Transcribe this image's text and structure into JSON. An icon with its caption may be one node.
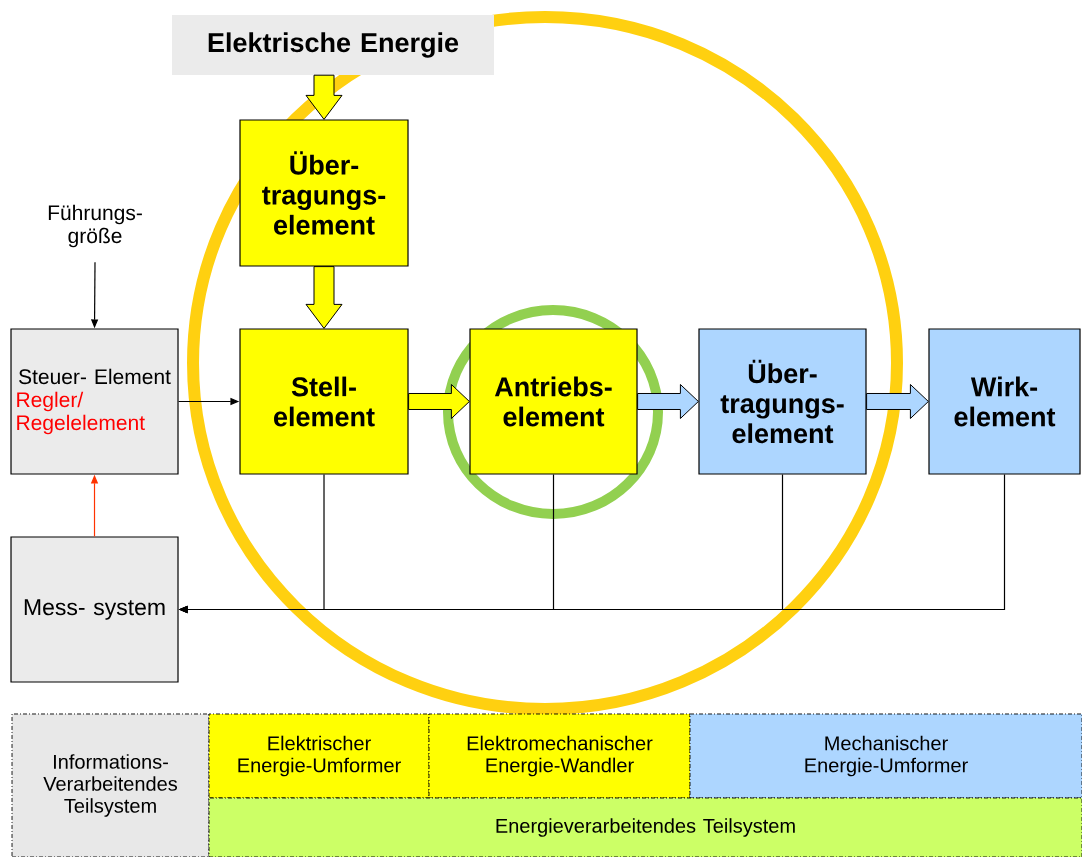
{
  "diagram": {
    "nodes": [
      {
        "text": [
          "Elektrische Energie"
        ]
      },
      {
        "text": [
          "Über- tragungs- element"
        ]
      },
      {
        "text": [
          "Führungs- größe"
        ]
      },
      {
        "text": [
          "Steuer- Element",
          "Regler/ Regelelement"
        ]
      },
      {
        "text": [
          "Stell- element"
        ]
      },
      {
        "text": [
          "Antriebs- element"
        ]
      },
      {
        "text": [
          "Über- tragungs- element"
        ]
      },
      {
        "text": [
          "Wirk- element"
        ]
      },
      {
        "text": [
          "Mess- system"
        ]
      },
      {
        "text": [
          "Informations- Verarbeitendes Teilsystem"
        ]
      },
      {
        "text": [
          "Elektrischer Energie-Umformer"
        ]
      },
      {
        "text": [
          "Elektromechanischer Energie-Wandler"
        ]
      },
      {
        "text": [
          "Mechanischer Energie-Umformer"
        ]
      },
      {
        "text": [
          "Energieverarbeitendes Teilsystem"
        ]
      }
    ],
    "edges": [
      {
        "from": 0,
        "to": 1,
        "arrow": "to",
        "style": "thick",
        "color": "#ffff00"
      },
      {
        "from": 1,
        "to": 4,
        "arrow": "to",
        "style": "thick",
        "color": "#ffff00"
      },
      {
        "from": 2,
        "to": 3,
        "arrow": "to"
      },
      {
        "from": 3,
        "to": 4,
        "arrow": "to"
      },
      {
        "from": 4,
        "to": 5,
        "arrow": "to",
        "style": "thick",
        "color": "#ffff00"
      },
      {
        "from": 5,
        "to": 6,
        "arrow": "to",
        "style": "thick",
        "color": "#add6ff"
      },
      {
        "from": 6,
        "to": 7,
        "arrow": "to",
        "style": "thick",
        "color": "#add6ff"
      },
      {
        "from": 8,
        "to": 3,
        "arrow": "to",
        "color": "#ff3300"
      },
      {
        "from": 4,
        "to": 8,
        "arrow": "to"
      },
      {
        "from": 5,
        "to": 8,
        "arrow": "to"
      },
      {
        "from": 6,
        "to": 8,
        "arrow": "to"
      },
      {
        "from": 7,
        "to": 8,
        "arrow": "to"
      }
    ]
  }
}
